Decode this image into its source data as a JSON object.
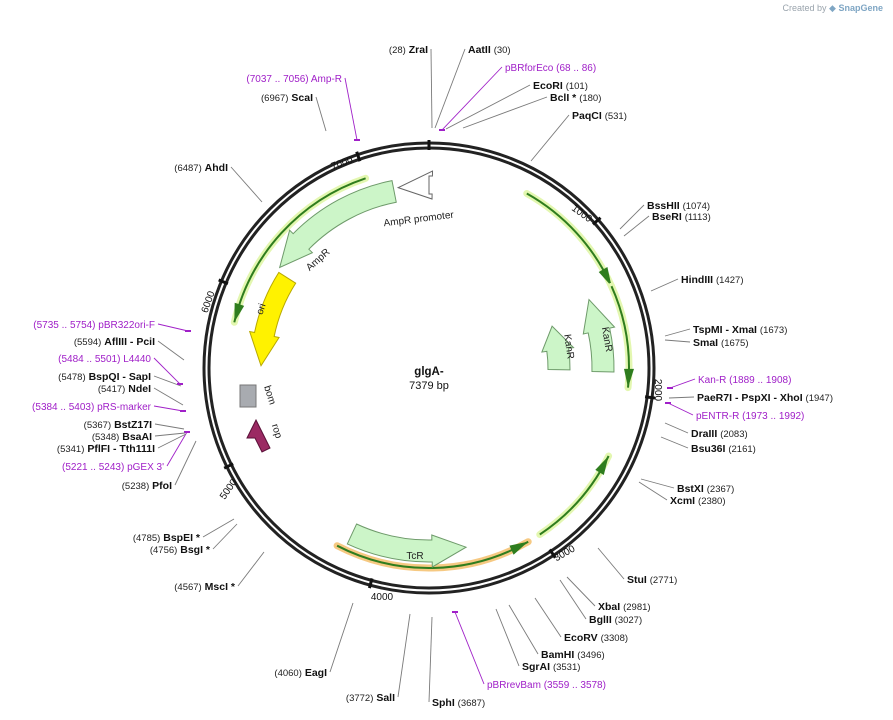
{
  "credit": {
    "prefix": "Created by",
    "brand": "SnapGene"
  },
  "plasmid": {
    "name": "glgA-",
    "size_label": "7379 bp",
    "size": 7379
  },
  "colors": {
    "backbone": "#222222",
    "feature_green": "#ccf5c8",
    "feature_stroke": "#6e9a6a",
    "ori_yellow": "#fff200",
    "rop_purple": "#9b2a63",
    "bom_gray": "#a8abb0",
    "orf_green": "#2f7d1e",
    "orf_glow": "#e3f7b0",
    "orf_orange_glow": "#f6c982",
    "primer_purple": "#a020c8",
    "leader": "#7a7a7a"
  },
  "ticks": [
    "1000",
    "2000",
    "3000",
    "4000",
    "5000",
    "6000",
    "7000"
  ],
  "features": {
    "ampr_promoter": "AmpR promoter",
    "ampr": "AmpR",
    "ori": "ori",
    "bom": "bom",
    "rop": "rop",
    "kanr_inner": "KanR",
    "kanr_outer": "KanR",
    "tcr": "TcR"
  },
  "sites": [
    {
      "name": "ZraI",
      "pos": "(28)",
      "kind": "enzyme",
      "order": "pos-first"
    },
    {
      "name": "AatII",
      "pos": "(30)",
      "kind": "enzyme",
      "order": "name-first"
    },
    {
      "name": "pBRforEco",
      "pos": "(68 .. 86)",
      "kind": "primer",
      "order": "name-first"
    },
    {
      "name": "EcoRI",
      "pos": "(101)",
      "kind": "enzyme",
      "order": "name-first"
    },
    {
      "name": "BclI *",
      "pos": "(180)",
      "kind": "enzyme",
      "order": "name-first"
    },
    {
      "name": "PaqCI",
      "pos": "(531)",
      "kind": "enzyme",
      "order": "name-first"
    },
    {
      "name": "BssHII",
      "pos": "(1074)",
      "kind": "enzyme",
      "order": "name-first"
    },
    {
      "name": "BseRI",
      "pos": "(1113)",
      "kind": "enzyme",
      "order": "name-first"
    },
    {
      "name": "HindIII",
      "pos": "(1427)",
      "kind": "enzyme",
      "order": "name-first"
    },
    {
      "name": "TspMI  - XmaI",
      "pos": "(1673)",
      "kind": "enzyme",
      "order": "name-first"
    },
    {
      "name": "SmaI",
      "pos": "(1675)",
      "kind": "enzyme",
      "order": "name-first"
    },
    {
      "name": "Kan-R",
      "pos": "(1889 .. 1908)",
      "kind": "primer",
      "order": "name-first"
    },
    {
      "name": "PaeR7I  - PspXI  - XhoI",
      "pos": "(1947)",
      "kind": "enzyme",
      "order": "name-first"
    },
    {
      "name": "pENTR-R",
      "pos": "(1973 .. 1992)",
      "kind": "primer",
      "order": "name-first"
    },
    {
      "name": "DraIII",
      "pos": "(2083)",
      "kind": "enzyme",
      "order": "name-first"
    },
    {
      "name": "Bsu36I",
      "pos": "(2161)",
      "kind": "enzyme",
      "order": "name-first"
    },
    {
      "name": "BstXI",
      "pos": "(2367)",
      "kind": "enzyme",
      "order": "name-first"
    },
    {
      "name": "XcmI",
      "pos": "(2380)",
      "kind": "enzyme",
      "order": "name-first"
    },
    {
      "name": "StuI",
      "pos": "(2771)",
      "kind": "enzyme",
      "order": "name-first"
    },
    {
      "name": "XbaI",
      "pos": "(2981)",
      "kind": "enzyme",
      "order": "name-first"
    },
    {
      "name": "BglII",
      "pos": "(3027)",
      "kind": "enzyme",
      "order": "name-first"
    },
    {
      "name": "EcoRV",
      "pos": "(3308)",
      "kind": "enzyme",
      "order": "name-first"
    },
    {
      "name": "BamHI",
      "pos": "(3496)",
      "kind": "enzyme",
      "order": "name-first"
    },
    {
      "name": "SgrAI",
      "pos": "(3531)",
      "kind": "enzyme",
      "order": "name-first"
    },
    {
      "name": "pBRrevBam",
      "pos": "(3559 .. 3578)",
      "kind": "primer",
      "order": "name-first"
    },
    {
      "name": "SphI",
      "pos": "(3687)",
      "kind": "enzyme",
      "order": "name-first"
    },
    {
      "name": "SalI",
      "pos": "(3772)",
      "kind": "enzyme",
      "order": "pos-first"
    },
    {
      "name": "EagI",
      "pos": "(4060)",
      "kind": "enzyme",
      "order": "pos-first"
    },
    {
      "name": "MscI *",
      "pos": "(4567)",
      "kind": "enzyme",
      "order": "pos-first"
    },
    {
      "name": "BsgI *",
      "pos": "(4756)",
      "kind": "enzyme",
      "order": "pos-first"
    },
    {
      "name": "BspEI *",
      "pos": "(4785)",
      "kind": "enzyme",
      "order": "pos-first"
    },
    {
      "name": "PfoI",
      "pos": "(5238)",
      "kind": "enzyme",
      "order": "pos-first"
    },
    {
      "name": "pGEX 3'",
      "pos": "(5221 .. 5243)",
      "kind": "primer",
      "order": "pos-first"
    },
    {
      "name": "PflFI  - Tth111I",
      "pos": "(5341)",
      "kind": "enzyme",
      "order": "pos-first"
    },
    {
      "name": "BsaAI",
      "pos": "(5348)",
      "kind": "enzyme",
      "order": "pos-first"
    },
    {
      "name": "BstZ17I",
      "pos": "(5367)",
      "kind": "enzyme",
      "order": "pos-first"
    },
    {
      "name": "pRS-marker",
      "pos": "(5384 .. 5403)",
      "kind": "primer",
      "order": "pos-first"
    },
    {
      "name": "NdeI",
      "pos": "(5417)",
      "kind": "enzyme",
      "order": "pos-first"
    },
    {
      "name": "BspQI  - SapI",
      "pos": "(5478)",
      "kind": "enzyme",
      "order": "pos-first"
    },
    {
      "name": "L4440",
      "pos": "(5484 .. 5501)",
      "kind": "primer",
      "order": "pos-first"
    },
    {
      "name": "AflIII  - PciI",
      "pos": "(5594)",
      "kind": "enzyme",
      "order": "pos-first"
    },
    {
      "name": "pBR322ori-F",
      "pos": "(5735 .. 5754)",
      "kind": "primer",
      "order": "pos-first"
    },
    {
      "name": "AhdI",
      "pos": "(6487)",
      "kind": "enzyme",
      "order": "pos-first"
    },
    {
      "name": "ScaI",
      "pos": "(6967)",
      "kind": "enzyme",
      "order": "pos-first"
    },
    {
      "name": "Amp-R",
      "pos": "(7037 .. 7056)",
      "kind": "primer",
      "order": "pos-first"
    }
  ]
}
